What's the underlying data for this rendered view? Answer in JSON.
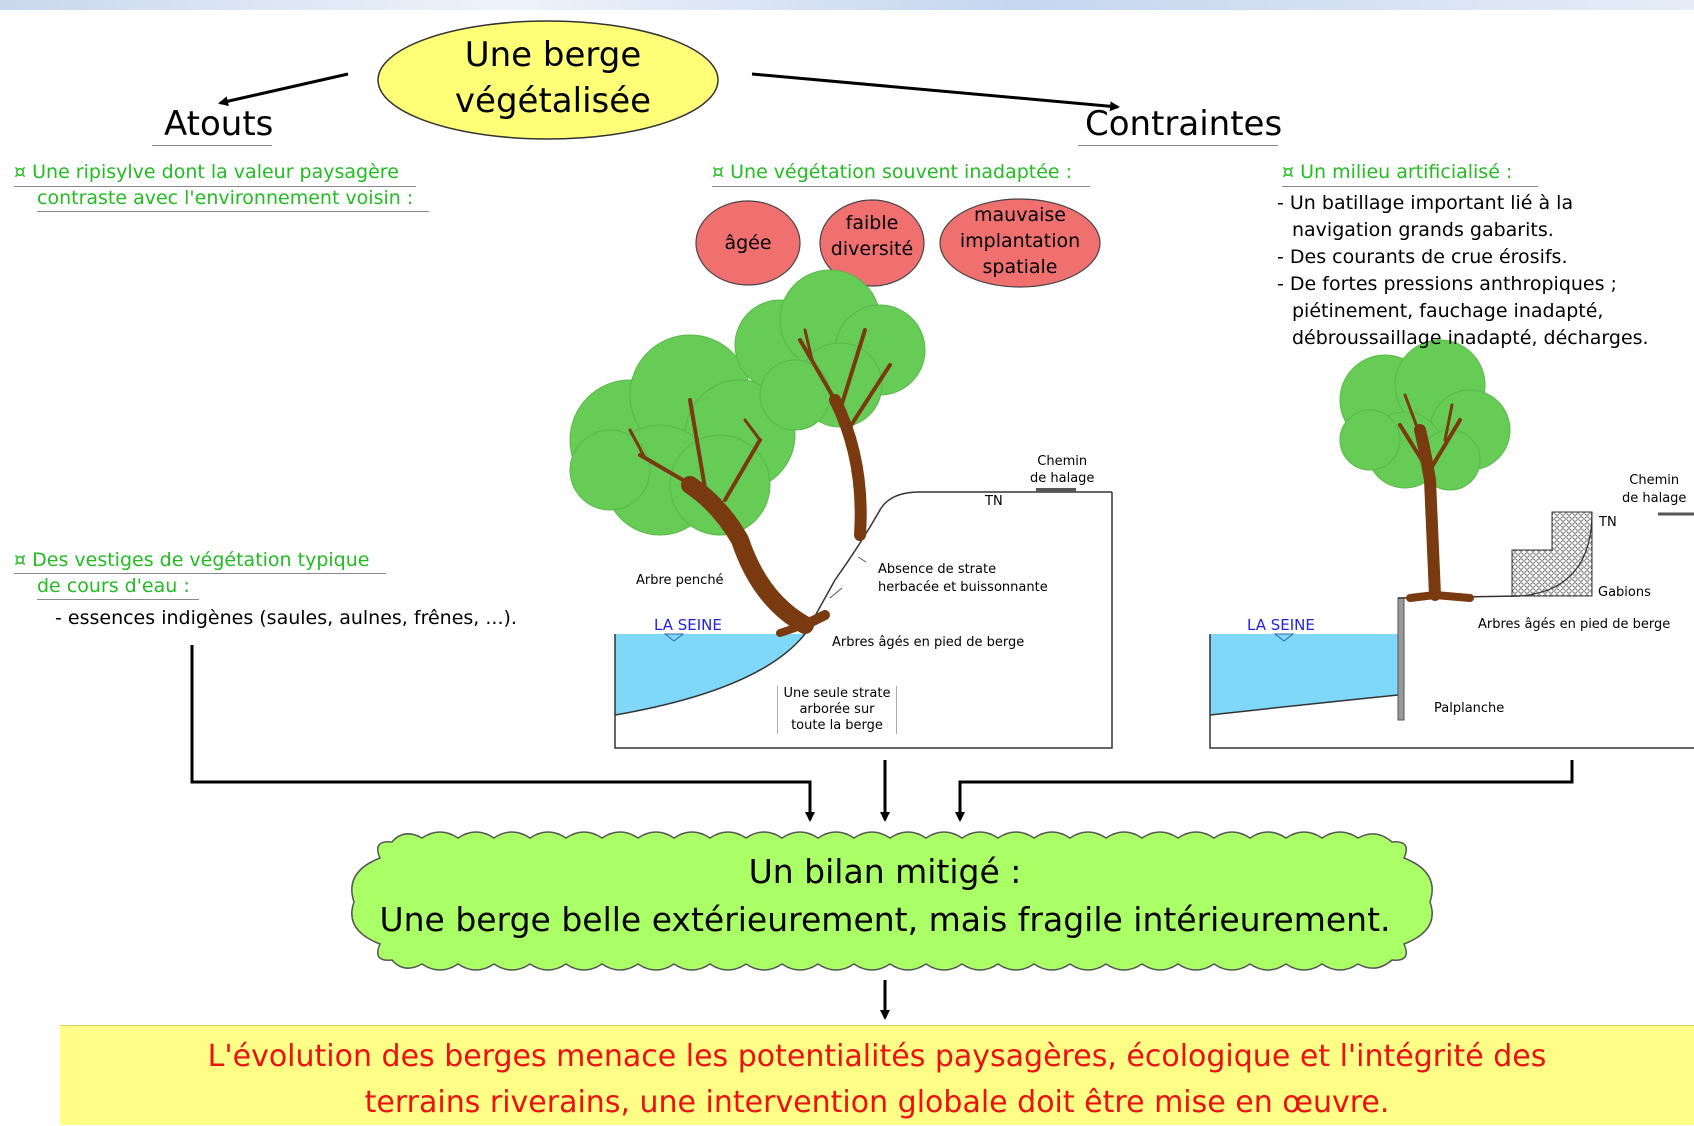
{
  "title": [
    "Une berge",
    "végétalisée"
  ],
  "atouts": {
    "heading": "Atouts",
    "point1": [
      "¤ Une ripisylve dont la valeur paysagère",
      "contraste avec l'environnement voisin :"
    ],
    "point2": [
      "¤ Des vestiges de végétation typique",
      "de cours d'eau :"
    ],
    "point2_detail": "- essences indigènes (saules, aulnes, frênes, ...)."
  },
  "contraintes": {
    "heading": "Contraintes",
    "vegetation_title": "¤ Une végétation souvent inadaptée :",
    "vegetation_ovals": [
      [
        "âgée"
      ],
      [
        "faible",
        "diversité"
      ],
      [
        "mauvaise",
        "implantation",
        "spatiale"
      ]
    ],
    "milieu_title": "¤ Un milieu artificialisé :",
    "milieu_items": [
      "- Un batillage important lié à la",
      "navigation grands gabarits.",
      "- Des courants de crue érosifs.",
      "- De fortes pressions anthropiques ;",
      "piétinement, fauchage inadapté,",
      "débroussaillage inadapté, décharges."
    ]
  },
  "section_left": {
    "chemin": [
      "Chemin",
      "de halage"
    ],
    "tn": "TN",
    "arbre_penche": "Arbre penché",
    "absence": [
      "Absence de strate",
      "herbacée et buissonnante"
    ],
    "seine": "LA SEINE",
    "arbres_ages": "Arbres âgés en pied de berge",
    "strate": [
      "Une seule strate",
      "arborée sur",
      "toute la berge"
    ]
  },
  "section_right": {
    "chemin": [
      "Chemin",
      "de halage"
    ],
    "tn": "TN",
    "gabions": "Gabions",
    "seine": "LA SEINE",
    "arbres_ages": "Arbres âgés en pied de berge",
    "palplanche": "Palplanche"
  },
  "bilan": [
    "Un bilan mitigé :",
    "Une berge belle extérieurement, mais fragile intérieurement."
  ],
  "conclusion": [
    "L'évolution des berges menace les potentialités paysagères, écologique et l'intégrité des",
    "terrains riverains, une intervention globale doit être mise en œuvre."
  ],
  "colors": {
    "title_oval": "#ffff77",
    "red_oval": "#f07070",
    "green_cloud": "#aaff66",
    "green_text": "#22bb22",
    "tree_canopy": "#66cc55",
    "trunk": "#7a3a10",
    "water": "#7fd8f7",
    "conclusion_bg": "#ffff88",
    "conclusion_text": "#ee1111"
  }
}
